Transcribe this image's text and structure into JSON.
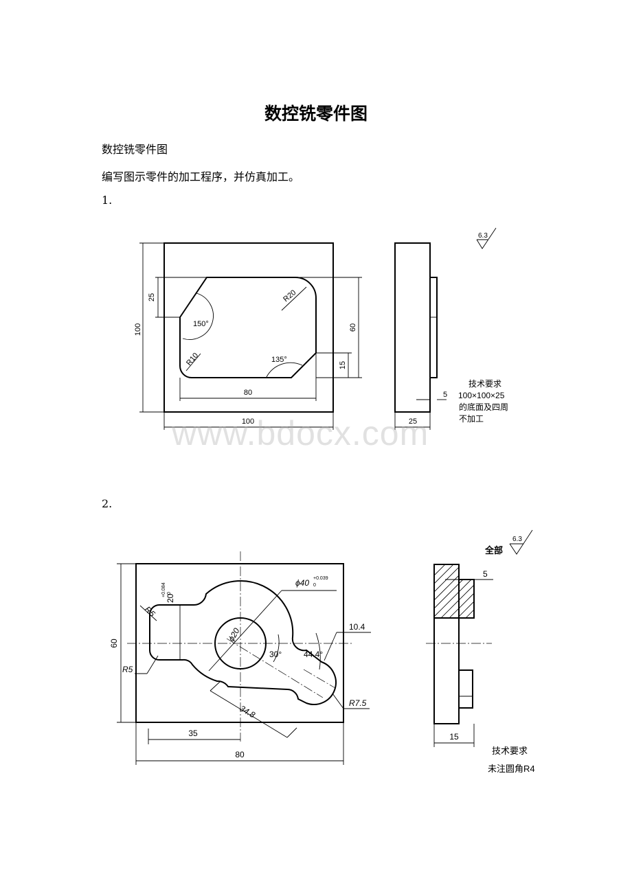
{
  "title": "数控铣零件图",
  "subtitle": "数控铣零件图",
  "instruction": "编写图示零件的加工程序，并仿真加工。",
  "item1": {
    "label": "1.",
    "dims": {
      "d100v": "100",
      "d25": "25",
      "d150": "150°",
      "r20": "R20",
      "d60": "60",
      "r10": "R10",
      "d135": "135°",
      "d15": "15",
      "d80": "80",
      "d100h": "100",
      "d5": "5",
      "d25side": "25"
    },
    "roughness": "6.3",
    "notes": [
      "技术要求",
      "100×100×25",
      "的底面及四周",
      "不加工"
    ]
  },
  "item2": {
    "label": "2.",
    "dims": {
      "d60": "60",
      "r5a": "R5",
      "r5b": "R5",
      "d20tol": "20",
      "tol20upper": "+0.084",
      "tol20lower": "0",
      "phi40": "ϕ40",
      "tol40upper": "+0.039",
      "tol40lower": "0",
      "phi20": "ϕ20",
      "d30": "30°",
      "d44": "44.4°",
      "d104": "10.4",
      "r75": "R7.5",
      "d348": "34.8",
      "d35": "35",
      "d80": "80",
      "d5": "5",
      "d15": "15"
    },
    "roughness_label": "全部",
    "roughness": "6.3",
    "notes": [
      "技术要求",
      "未注圆角R4"
    ]
  },
  "watermark": "www.bdocx.com"
}
